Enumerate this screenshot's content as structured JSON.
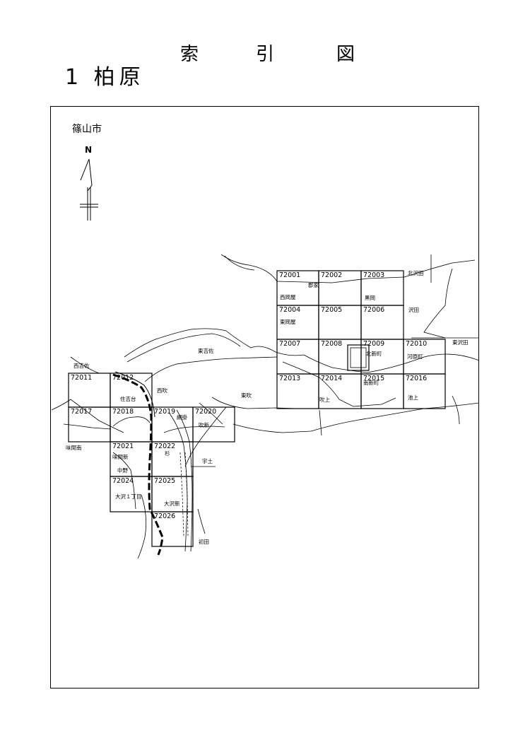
{
  "title": {
    "c1": "索",
    "c2": "引",
    "c3": "図"
  },
  "subtitle": "1 柏原",
  "city_label": "篠山市",
  "north_label": "N",
  "sheets": [
    {
      "id": "72001"
    },
    {
      "id": "72002"
    },
    {
      "id": "72003"
    },
    {
      "id": "72004"
    },
    {
      "id": "72005"
    },
    {
      "id": "72006"
    },
    {
      "id": "72007"
    },
    {
      "id": "72008"
    },
    {
      "id": "72009"
    },
    {
      "id": "72010"
    },
    {
      "id": "72011"
    },
    {
      "id": "72012"
    },
    {
      "id": "72013"
    },
    {
      "id": "72014"
    },
    {
      "id": "72015"
    },
    {
      "id": "72016"
    },
    {
      "id": "72017"
    },
    {
      "id": "72018"
    },
    {
      "id": "72019"
    },
    {
      "id": "72020"
    },
    {
      "id": "72021"
    },
    {
      "id": "72022"
    },
    {
      "id": "72024"
    },
    {
      "id": "72025"
    },
    {
      "id": "72026"
    }
  ],
  "places": [
    {
      "name": "北沢田"
    },
    {
      "name": "郡家"
    },
    {
      "name": "西岡屋"
    },
    {
      "name": "黒岡"
    },
    {
      "name": "沢田"
    },
    {
      "name": "東岡屋"
    },
    {
      "name": "東沢田"
    },
    {
      "name": "東吉佐"
    },
    {
      "name": "北新町"
    },
    {
      "name": "河原町"
    },
    {
      "name": "西吉佐"
    },
    {
      "name": "西吹"
    },
    {
      "name": "住吉台"
    },
    {
      "name": "東吹"
    },
    {
      "name": "吹上"
    },
    {
      "name": "南新町"
    },
    {
      "name": "池上"
    },
    {
      "name": "網掛"
    },
    {
      "name": "吹新"
    },
    {
      "name": "味間南"
    },
    {
      "name": "味間新"
    },
    {
      "name": "杉"
    },
    {
      "name": "宇土"
    },
    {
      "name": "中野"
    },
    {
      "name": "大沢１丁目"
    },
    {
      "name": "大沢新"
    },
    {
      "name": "初田"
    }
  ]
}
